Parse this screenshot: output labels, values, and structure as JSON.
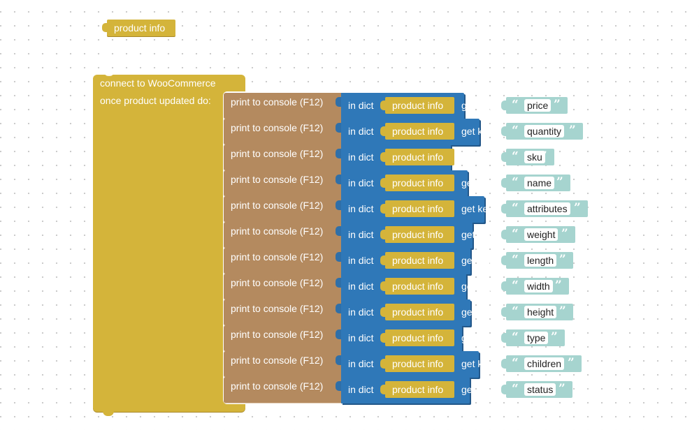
{
  "variable_block": {
    "label": "product info",
    "color": "#d4b43a"
  },
  "event_block": {
    "line1": "connect to WooCommerce",
    "line2": "once product updated do:",
    "color": "#d4b43a"
  },
  "print_label": "print to console (F12)",
  "dict_label": "in dict",
  "getkey_label": "get key",
  "var_label": "product info",
  "colors": {
    "print": "#b48a5f",
    "dict": "#2f78b8",
    "string": "#a6d4cf"
  },
  "rows": [
    {
      "key": "price"
    },
    {
      "key": "quantity"
    },
    {
      "key": "sku"
    },
    {
      "key": "name"
    },
    {
      "key": "attributes"
    },
    {
      "key": "weight"
    },
    {
      "key": "length"
    },
    {
      "key": "width"
    },
    {
      "key": "height"
    },
    {
      "key": "type"
    },
    {
      "key": "children"
    },
    {
      "key": "status"
    }
  ]
}
